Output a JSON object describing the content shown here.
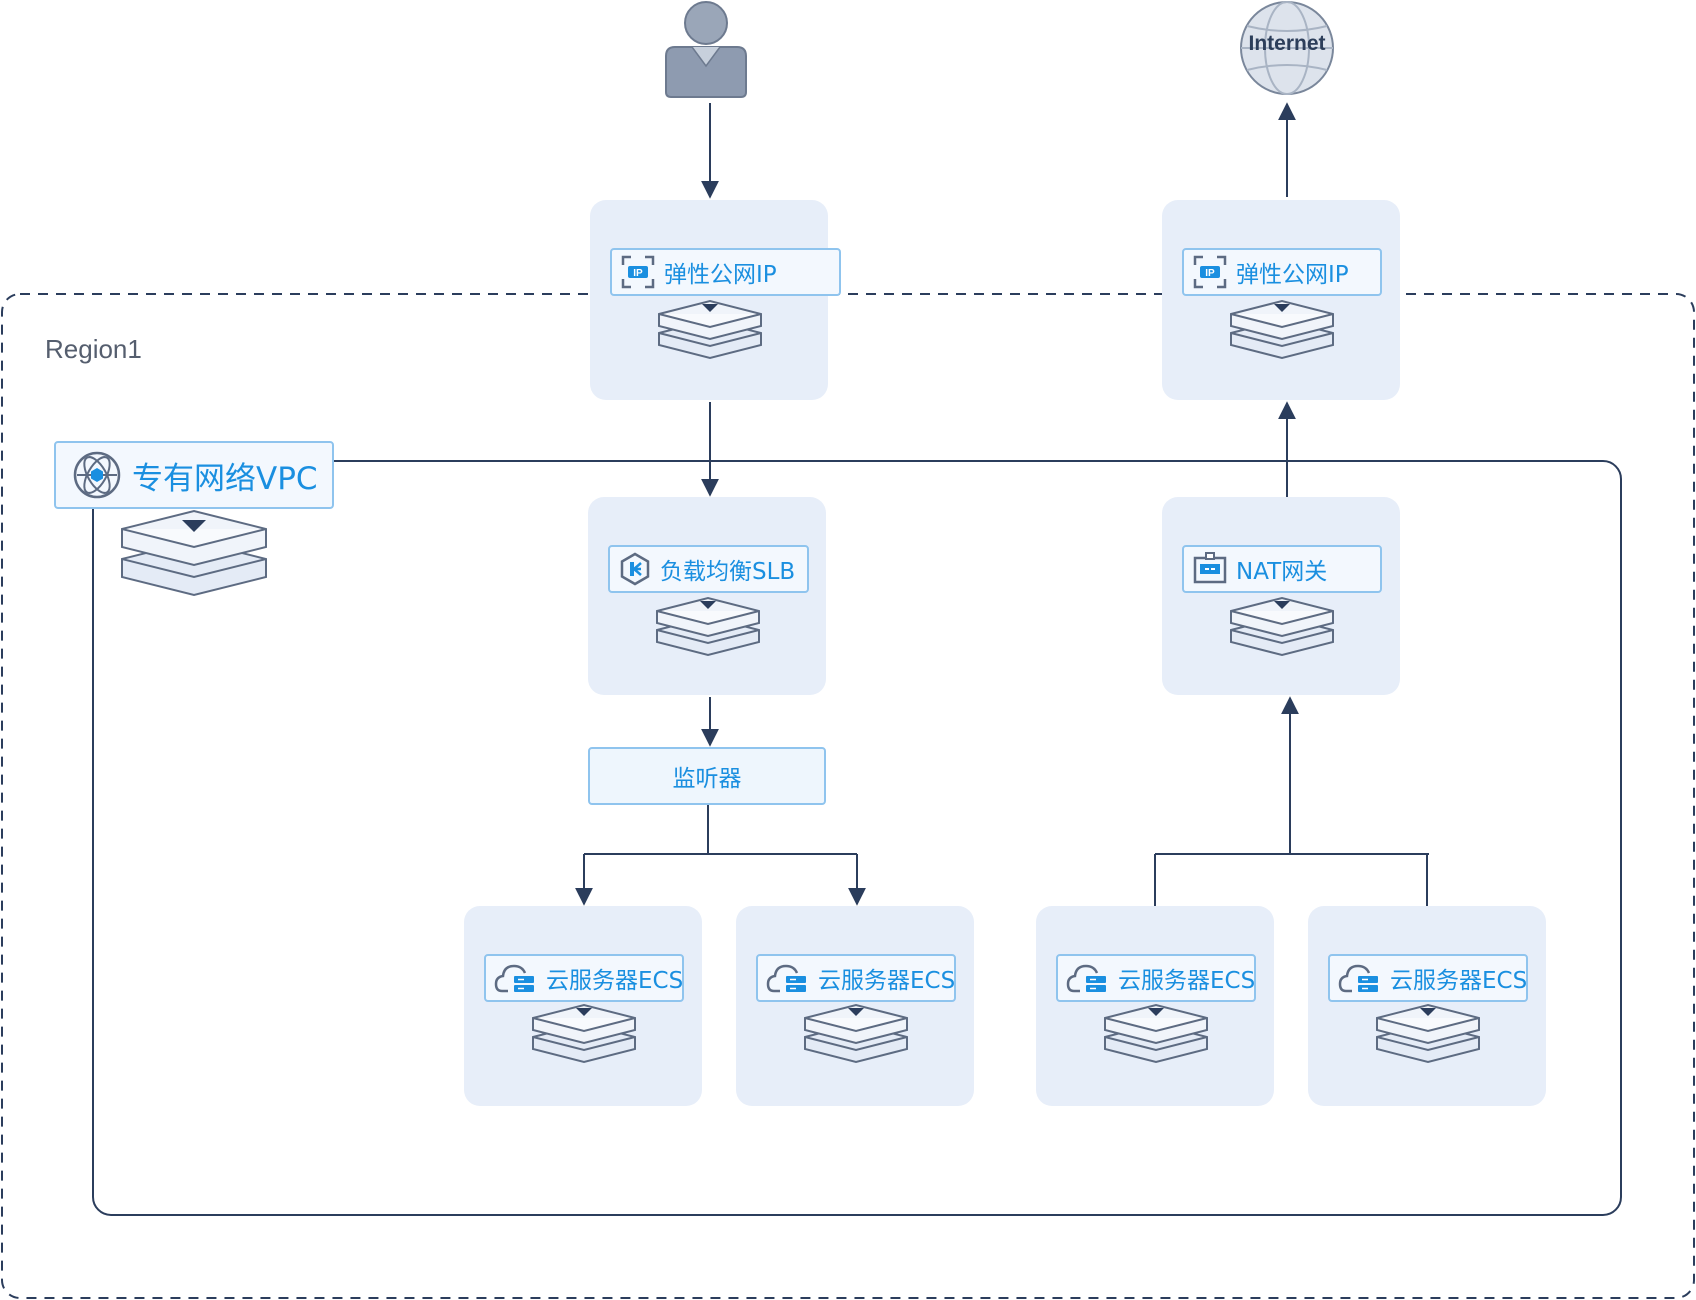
{
  "region": {
    "label": "Region1"
  },
  "internet": {
    "label": "Internet"
  },
  "vpc": {
    "label": "专有网络VPC"
  },
  "eip_inbound": {
    "label": "弹性公网IP"
  },
  "eip_outbound": {
    "label": "弹性公网IP"
  },
  "slb": {
    "label": "负载均衡SLB"
  },
  "nat": {
    "label": "NAT网关"
  },
  "listener": {
    "label": "监听器"
  },
  "ecs": [
    {
      "label": "云服务器ECS"
    },
    {
      "label": "云服务器ECS"
    },
    {
      "label": "云服务器ECS"
    },
    {
      "label": "云服务器ECS"
    }
  ],
  "colors": {
    "line": "#2b3d5c",
    "card_bg": "#e7eef9",
    "label_text": "#1a8fe0",
    "label_border": "#8fc4ee"
  }
}
